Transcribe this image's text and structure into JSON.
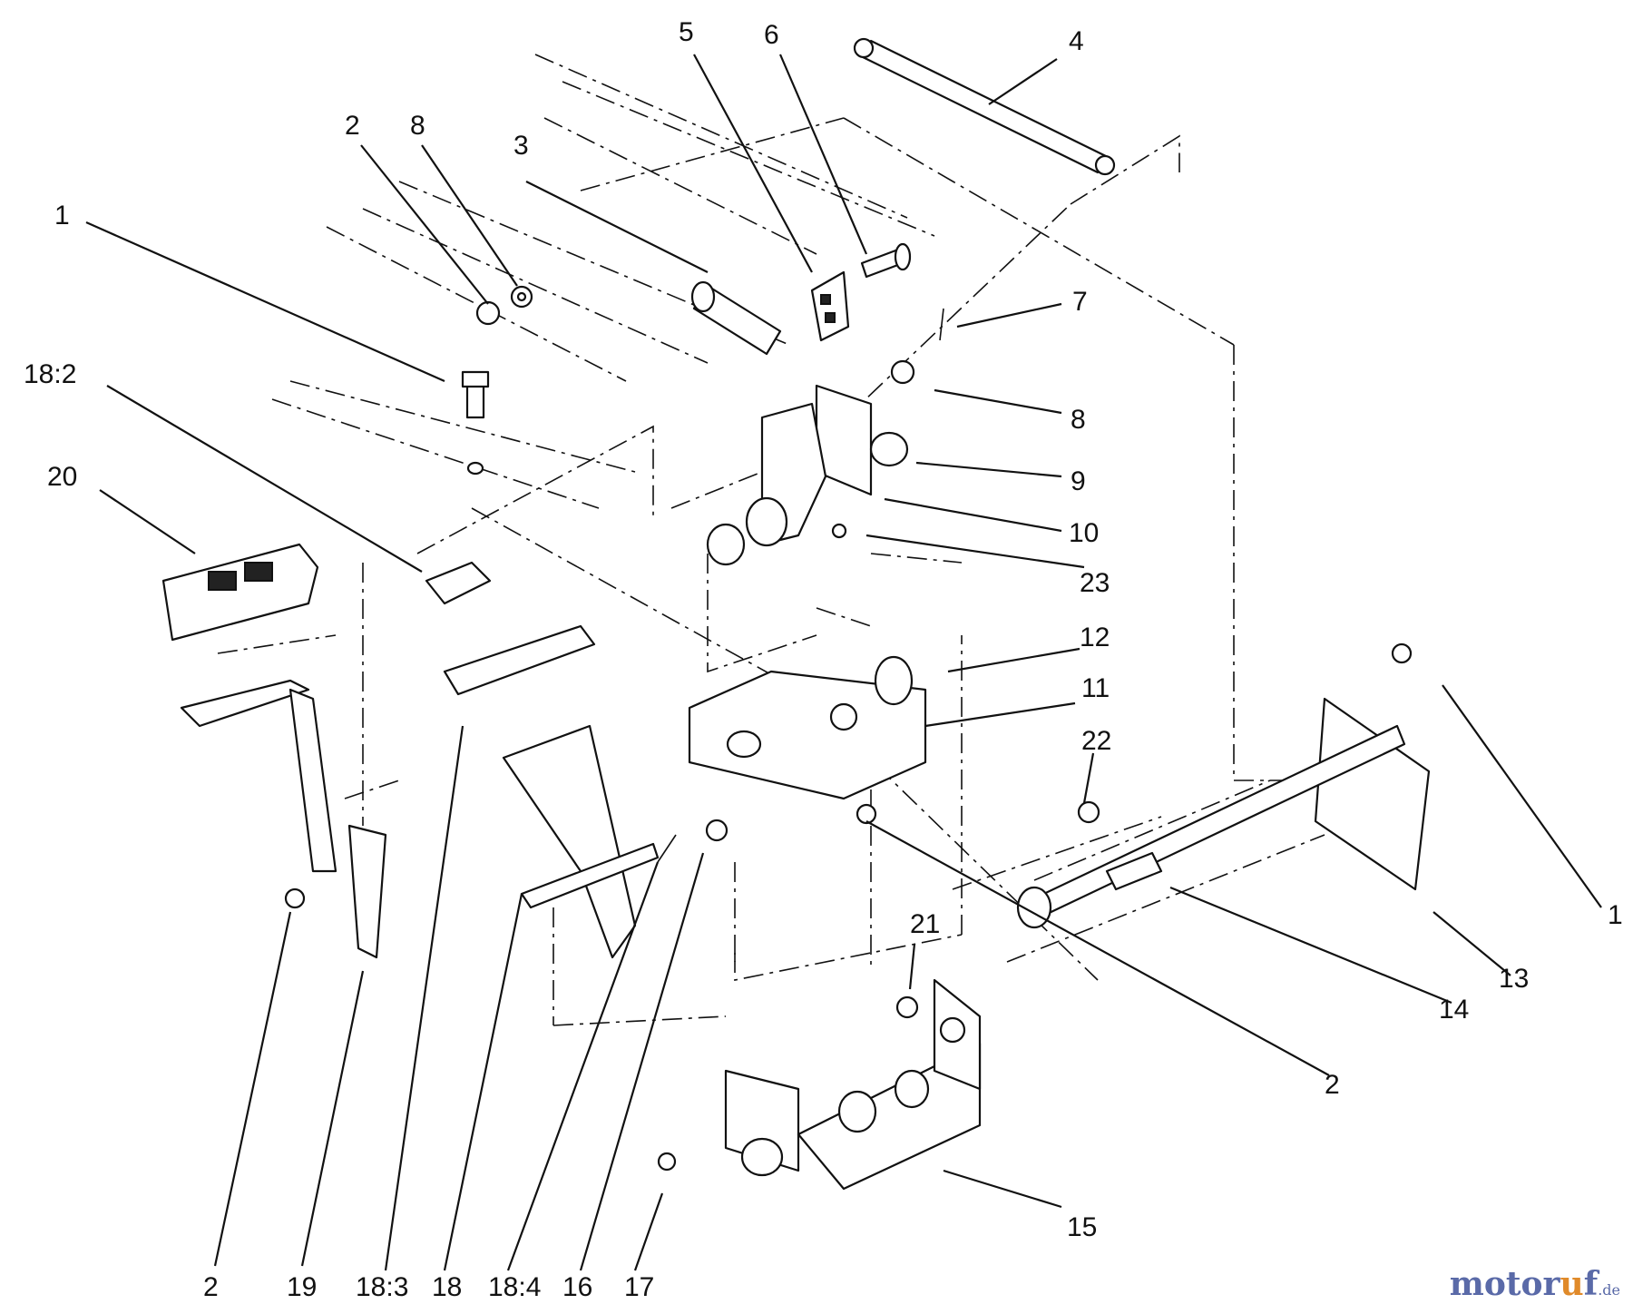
{
  "diagram": {
    "callouts": [
      "1",
      "2",
      "8",
      "3",
      "5",
      "6",
      "4",
      "7",
      "8",
      "9",
      "10",
      "23",
      "12",
      "11",
      "22",
      "1",
      "13",
      "14",
      "21",
      "2",
      "15",
      "18:2",
      "20",
      "2",
      "19",
      "18:3",
      "18",
      "18:4",
      "16",
      "17"
    ],
    "colors": {
      "ink": "#111111",
      "paper": "#ffffff"
    }
  },
  "watermark": {
    "main": "motor",
    "accent": "u",
    "tail": "f",
    "tld": ".de"
  }
}
